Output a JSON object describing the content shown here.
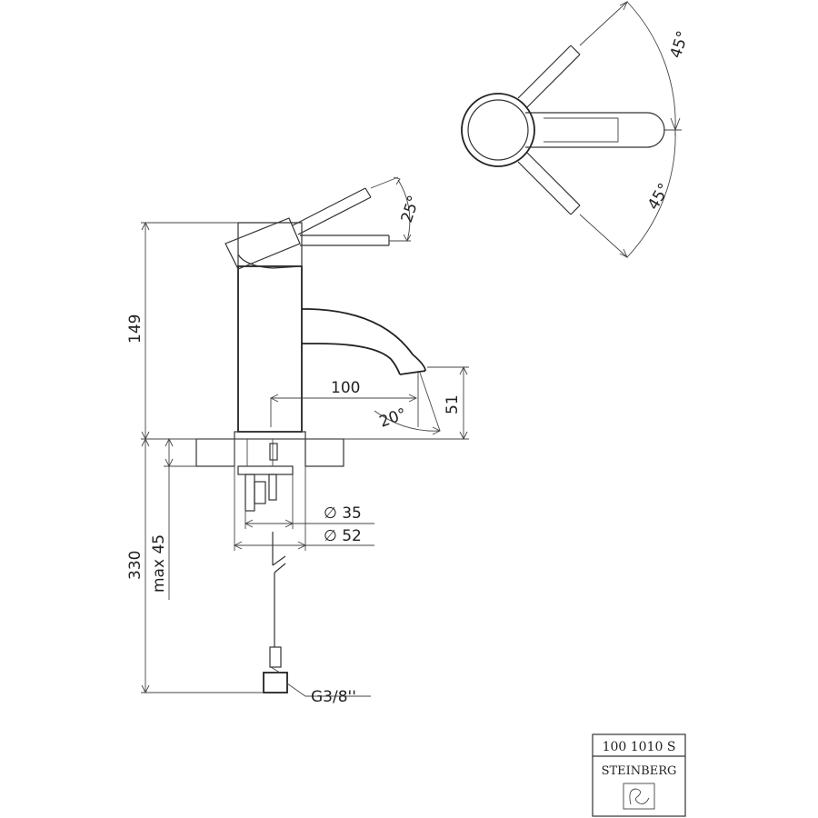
{
  "dimensions": {
    "height_total": "149",
    "spout_reach": "100",
    "spout_height": "51",
    "spout_angle": "20°",
    "lever_tilt": "25°",
    "lever_rotation_up": "45°",
    "lever_rotation_down": "45°",
    "inner_diameter": "∅ 35",
    "outer_diameter": "∅ 52",
    "connection_length": "330",
    "max_thickness": "max 45",
    "thread": "G3/8''"
  },
  "title_block": {
    "code": "100 1010 S",
    "brand": "STEINBERG"
  },
  "colors": {
    "line": "#333333",
    "background": "#ffffff"
  }
}
